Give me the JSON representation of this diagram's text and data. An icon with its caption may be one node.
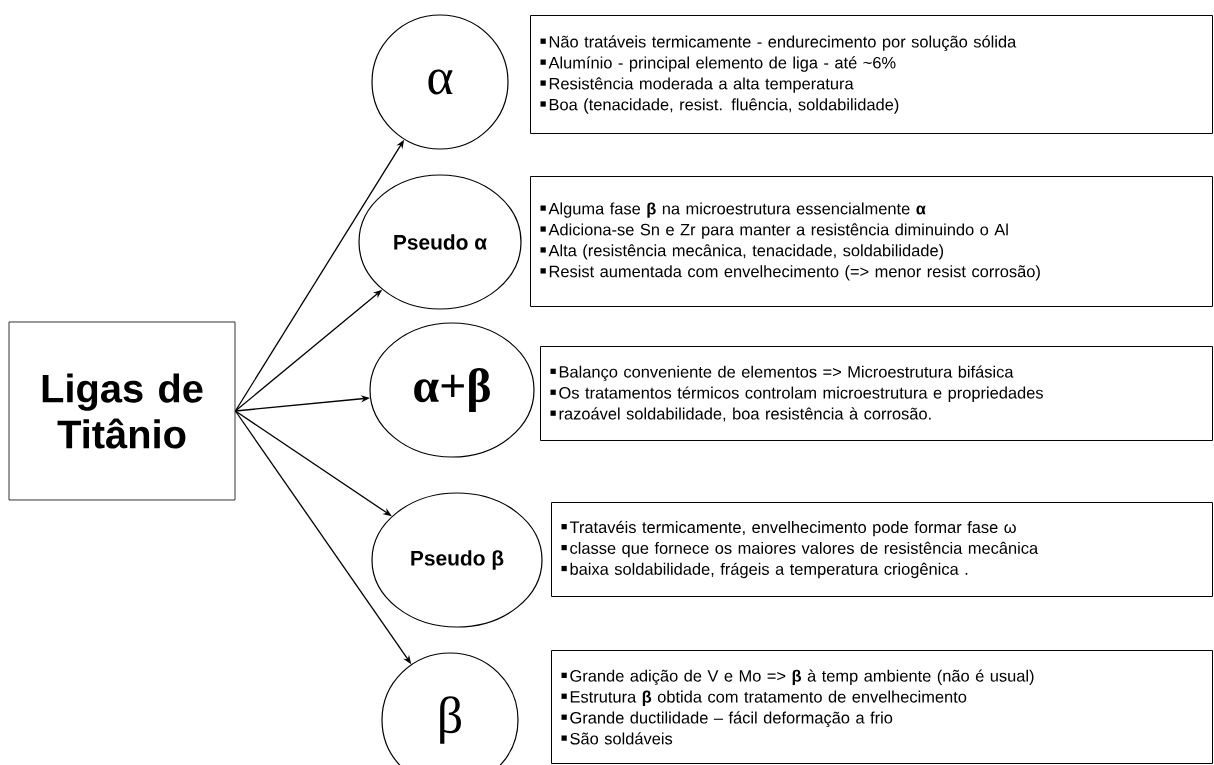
{
  "diagram": {
    "nodes": [
      {
        "text": [
          "Ligas de Titânio"
        ]
      },
      {
        "text": [
          "α"
        ]
      },
      {
        "text": [
          "Pseudo α"
        ]
      },
      {
        "text": [
          "α+β"
        ]
      },
      {
        "text": [
          "Pseudo β"
        ]
      },
      {
        "text": [
          "β"
        ]
      },
      {
        "text": [
          "Não tratáveis termicamente - endurecimento por solução sólida",
          "Alumínio - principal elemento de liga - até ~6%",
          "Resistência moderada a alta temperatura",
          "Boa (tenacidade, resist. fluência, soldabilidade)"
        ]
      },
      {
        "text": [
          "Alguma fase **β** na microestrutura essencialmente **α**",
          "Adiciona-se Sn e Zr para manter a resistência diminuindo o Al",
          "Alta (resistência mecânica, tenacidade, soldabilidade)",
          "Resist aumentada com envelhecimento (=> menor resist corrosão)"
        ]
      },
      {
        "text": [
          "Balanço conveniente de elementos => Microestrutura bifásica",
          "Os tratamentos térmicos controlam microestrutura e propriedades",
          "razoável soldabilidade, boa resistência à corrosão."
        ]
      },
      {
        "text": [
          "Tratavéis termicamente, envelhecimento pode formar fase ω",
          "classe que fornece os maiores valores de resistência mecânica",
          "baixa soldabilidade, frágeis a temperatura criogênica ."
        ]
      },
      {
        "text": [
          "Grande adição de V e Mo => **β** à temp ambiente (não é usual)",
          "Estrutura **β** obtida com tratamento de envelhecimento",
          "Grande ductilidade – fácil deformação a frio",
          "São soldáveis"
        ]
      }
    ],
    "edges": [
      {
        "from": 0,
        "to": 1,
        "arrow": "to"
      },
      {
        "from": 0,
        "to": 2,
        "arrow": "to"
      },
      {
        "from": 0,
        "to": 3,
        "arrow": "to"
      },
      {
        "from": 0,
        "to": 4,
        "arrow": "to"
      },
      {
        "from": 0,
        "to": 5,
        "arrow": "to"
      }
    ]
  }
}
